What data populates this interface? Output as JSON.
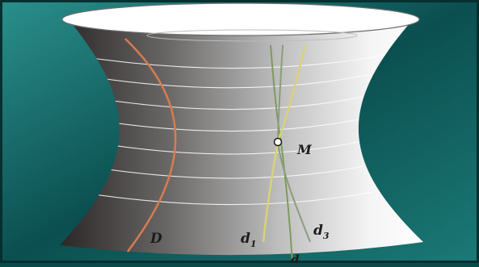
{
  "labels": {
    "curve": "D",
    "point": "M",
    "line1": "d",
    "line1_sub": "1",
    "line3": "d",
    "line3_sub": "3",
    "line_bottom": "d"
  },
  "colors": {
    "frame_teal": "#0e5c5b",
    "surface_dark": "#2a2726",
    "surface_light": "#f4f4f4",
    "curve_D": "#d77c4f",
    "line_d1": "#d9d27a",
    "line_d2": "#7f9a5e",
    "line_d3": "#8c9d7a",
    "ring": "#ffffff"
  }
}
